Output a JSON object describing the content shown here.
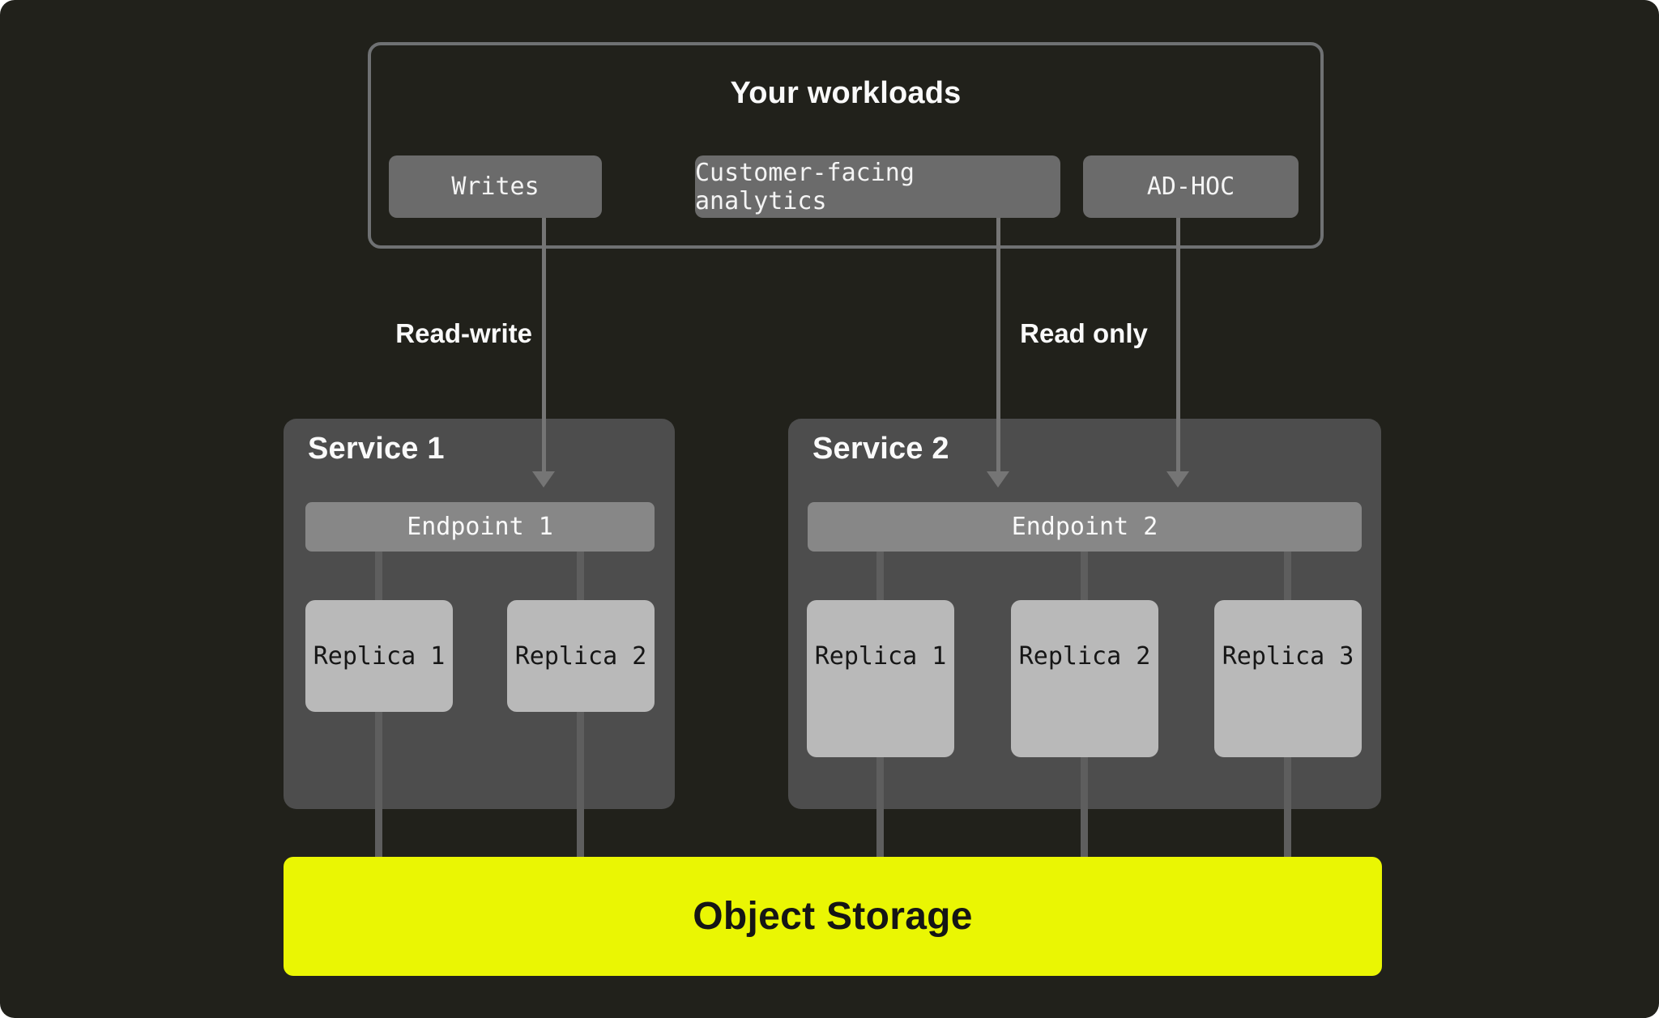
{
  "workloads": {
    "title": "Your workloads",
    "buttons": [
      {
        "label": "Writes"
      },
      {
        "label": "Customer-facing analytics"
      },
      {
        "label": "AD-HOC"
      }
    ]
  },
  "flow_labels": {
    "read_write": "Read-write",
    "read_only": "Read only"
  },
  "services": [
    {
      "name": "Service 1",
      "endpoint": "Endpoint 1",
      "replicas": [
        "Replica 1",
        "Replica 2"
      ]
    },
    {
      "name": "Service 2",
      "endpoint": "Endpoint 2",
      "replicas": [
        "Replica 1",
        "Replica 2",
        "Replica 3"
      ]
    }
  ],
  "storage": {
    "label": "Object Storage"
  },
  "colors": {
    "background": "#21211b",
    "workloads_border": "#6f7173",
    "workload_button": "#6b6b6b",
    "service_box": "#4d4d4d",
    "endpoint_bar": "#878787",
    "replica_box": "#b9b9b9",
    "connector_line": "#5e5e5e",
    "arrow": "#757575",
    "storage_yellow": "#eaf603",
    "text_light": "#fafafa",
    "text_dark": "#161616"
  }
}
